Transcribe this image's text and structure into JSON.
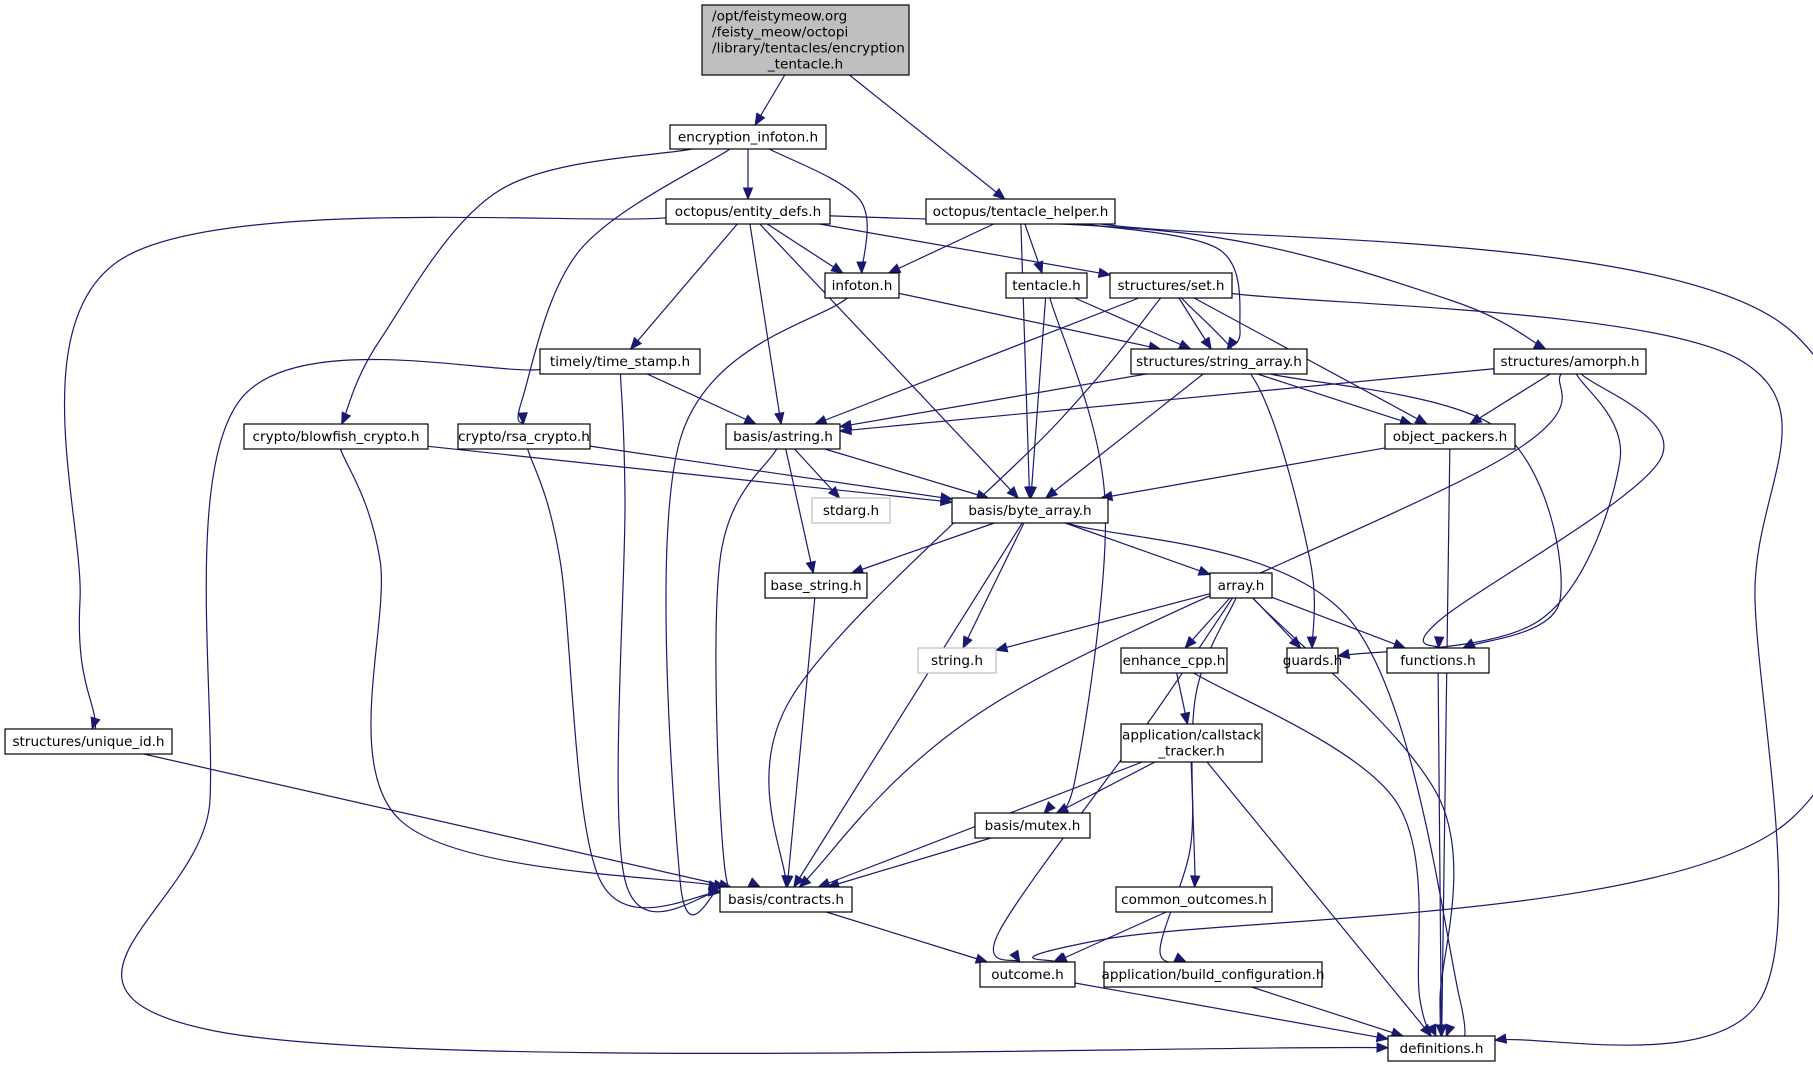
{
  "diagram": {
    "type": "include-dependency-graph",
    "nodes": [
      {
        "id": "root",
        "lines": [
          "/opt/feistymeow.org",
          "/feisty_meow/octopi",
          "/library/tentacles/encryption",
          "_tentacle.h"
        ],
        "style": "root"
      },
      {
        "id": "encryption_infoton",
        "lines": [
          "encryption_infoton.h"
        ],
        "style": "normal"
      },
      {
        "id": "entity_defs",
        "lines": [
          "octopus/entity_defs.h"
        ],
        "style": "normal"
      },
      {
        "id": "tentacle_helper",
        "lines": [
          "octopus/tentacle_helper.h"
        ],
        "style": "normal"
      },
      {
        "id": "infoton",
        "lines": [
          "infoton.h"
        ],
        "style": "normal"
      },
      {
        "id": "tentacle",
        "lines": [
          "tentacle.h"
        ],
        "style": "normal"
      },
      {
        "id": "set",
        "lines": [
          "structures/set.h"
        ],
        "style": "normal"
      },
      {
        "id": "time_stamp",
        "lines": [
          "timely/time_stamp.h"
        ],
        "style": "normal"
      },
      {
        "id": "string_array",
        "lines": [
          "structures/string_array.h"
        ],
        "style": "normal"
      },
      {
        "id": "amorph",
        "lines": [
          "structures/amorph.h"
        ],
        "style": "normal"
      },
      {
        "id": "blowfish",
        "lines": [
          "crypto/blowfish_crypto.h"
        ],
        "style": "normal"
      },
      {
        "id": "rsa",
        "lines": [
          "crypto/rsa_crypto.h"
        ],
        "style": "normal"
      },
      {
        "id": "astring",
        "lines": [
          "basis/astring.h"
        ],
        "style": "normal"
      },
      {
        "id": "object_packers",
        "lines": [
          "object_packers.h"
        ],
        "style": "normal"
      },
      {
        "id": "stdarg",
        "lines": [
          "stdarg.h"
        ],
        "style": "external"
      },
      {
        "id": "byte_array",
        "lines": [
          "basis/byte_array.h"
        ],
        "style": "normal"
      },
      {
        "id": "base_string",
        "lines": [
          "base_string.h"
        ],
        "style": "normal"
      },
      {
        "id": "array",
        "lines": [
          "array.h"
        ],
        "style": "normal"
      },
      {
        "id": "string_h",
        "lines": [
          "string.h"
        ],
        "style": "external"
      },
      {
        "id": "enhance_cpp",
        "lines": [
          "enhance_cpp.h"
        ],
        "style": "normal"
      },
      {
        "id": "guards",
        "lines": [
          "guards.h"
        ],
        "style": "normal"
      },
      {
        "id": "functions",
        "lines": [
          "functions.h"
        ],
        "style": "normal"
      },
      {
        "id": "unique_id",
        "lines": [
          "structures/unique_id.h"
        ],
        "style": "normal"
      },
      {
        "id": "callstack",
        "lines": [
          "application/callstack",
          "_tracker.h"
        ],
        "style": "normal"
      },
      {
        "id": "mutex",
        "lines": [
          "basis/mutex.h"
        ],
        "style": "normal"
      },
      {
        "id": "contracts",
        "lines": [
          "basis/contracts.h"
        ],
        "style": "normal"
      },
      {
        "id": "common_outcomes",
        "lines": [
          "common_outcomes.h"
        ],
        "style": "normal"
      },
      {
        "id": "outcome",
        "lines": [
          "outcome.h"
        ],
        "style": "normal"
      },
      {
        "id": "build_config",
        "lines": [
          "application/build_configuration.h"
        ],
        "style": "normal"
      },
      {
        "id": "definitions",
        "lines": [
          "definitions.h"
        ],
        "style": "normal"
      }
    ],
    "edges": [
      [
        "root",
        "encryption_infoton"
      ],
      [
        "root",
        "tentacle_helper"
      ],
      [
        "encryption_infoton",
        "entity_defs"
      ],
      [
        "encryption_infoton",
        "infoton"
      ],
      [
        "encryption_infoton",
        "blowfish"
      ],
      [
        "encryption_infoton",
        "rsa"
      ],
      [
        "entity_defs",
        "infoton"
      ],
      [
        "entity_defs",
        "set"
      ],
      [
        "entity_defs",
        "time_stamp"
      ],
      [
        "entity_defs",
        "amorph"
      ],
      [
        "entity_defs",
        "astring"
      ],
      [
        "entity_defs",
        "byte_array"
      ],
      [
        "entity_defs",
        "unique_id"
      ],
      [
        "tentacle_helper",
        "infoton"
      ],
      [
        "tentacle_helper",
        "tentacle"
      ],
      [
        "tentacle_helper",
        "string_array"
      ],
      [
        "tentacle_helper",
        "byte_array"
      ],
      [
        "tentacle_helper",
        "outcome"
      ],
      [
        "infoton",
        "string_array"
      ],
      [
        "infoton",
        "contracts"
      ],
      [
        "tentacle",
        "string_array"
      ],
      [
        "tentacle",
        "byte_array"
      ],
      [
        "tentacle",
        "mutex"
      ],
      [
        "set",
        "string_array"
      ],
      [
        "set",
        "astring"
      ],
      [
        "set",
        "object_packers"
      ],
      [
        "set",
        "guards"
      ],
      [
        "set",
        "contracts"
      ],
      [
        "set",
        "definitions"
      ],
      [
        "time_stamp",
        "astring"
      ],
      [
        "time_stamp",
        "contracts"
      ],
      [
        "time_stamp",
        "definitions"
      ],
      [
        "string_array",
        "astring"
      ],
      [
        "string_array",
        "object_packers"
      ],
      [
        "string_array",
        "byte_array"
      ],
      [
        "string_array",
        "functions"
      ],
      [
        "amorph",
        "astring"
      ],
      [
        "amorph",
        "object_packers"
      ],
      [
        "amorph",
        "contracts"
      ],
      [
        "amorph",
        "guards"
      ],
      [
        "amorph",
        "functions"
      ],
      [
        "blowfish",
        "byte_array"
      ],
      [
        "blowfish",
        "contracts"
      ],
      [
        "rsa",
        "byte_array"
      ],
      [
        "rsa",
        "contracts"
      ],
      [
        "astring",
        "byte_array"
      ],
      [
        "astring",
        "stdarg"
      ],
      [
        "astring",
        "base_string"
      ],
      [
        "astring",
        "contracts"
      ],
      [
        "object_packers",
        "byte_array"
      ],
      [
        "object_packers",
        "definitions"
      ],
      [
        "byte_array",
        "base_string"
      ],
      [
        "byte_array",
        "array"
      ],
      [
        "byte_array",
        "string_h"
      ],
      [
        "byte_array",
        "contracts"
      ],
      [
        "byte_array",
        "definitions"
      ],
      [
        "base_string",
        "contracts"
      ],
      [
        "array",
        "string_h"
      ],
      [
        "array",
        "enhance_cpp"
      ],
      [
        "array",
        "guards"
      ],
      [
        "array",
        "functions"
      ],
      [
        "array",
        "common_outcomes"
      ],
      [
        "array",
        "outcome"
      ],
      [
        "array",
        "definitions"
      ],
      [
        "enhance_cpp",
        "callstack"
      ],
      [
        "enhance_cpp",
        "definitions"
      ],
      [
        "functions",
        "definitions"
      ],
      [
        "unique_id",
        "contracts"
      ],
      [
        "callstack",
        "mutex"
      ],
      [
        "callstack",
        "contracts"
      ],
      [
        "callstack",
        "build_config"
      ],
      [
        "callstack",
        "definitions"
      ],
      [
        "mutex",
        "contracts"
      ],
      [
        "contracts",
        "outcome"
      ],
      [
        "common_outcomes",
        "outcome"
      ],
      [
        "outcome",
        "definitions"
      ],
      [
        "build_config",
        "definitions"
      ]
    ],
    "colors": {
      "edge": "#191970",
      "root_fill": "#bfbfbf",
      "external_border": "#bfbfbf",
      "node_fill": "#ffffff",
      "node_border": "#000000"
    }
  }
}
